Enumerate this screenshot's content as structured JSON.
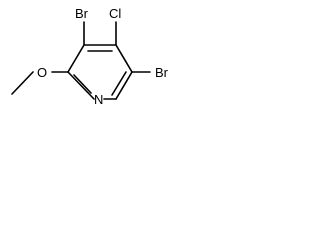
{
  "molecule": {
    "atoms": {
      "br_left": "Br",
      "cl": "Cl",
      "br_right": "Br",
      "o": "O",
      "n": "N"
    }
  }
}
